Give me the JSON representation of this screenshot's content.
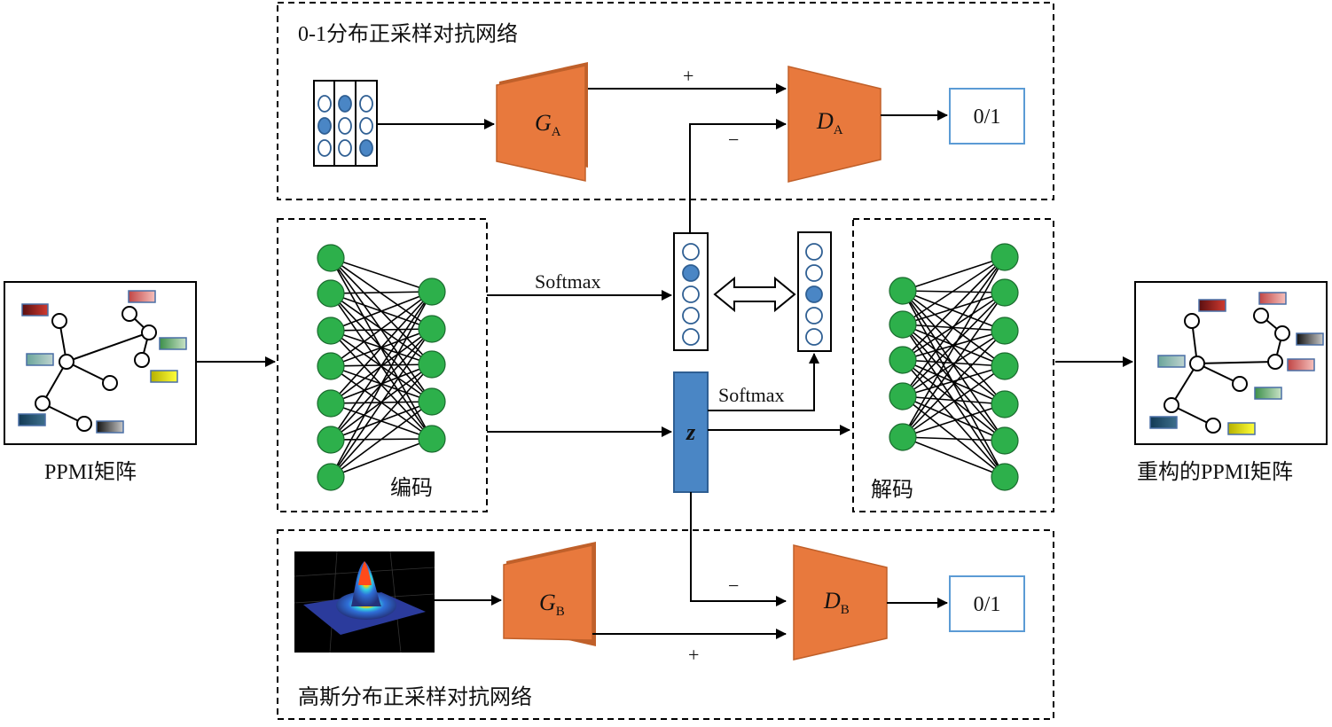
{
  "labels": {
    "top_group_title": "0-1分布正采样对抗网络",
    "bottom_group_title": "高斯分布正采样对抗网络",
    "input_label": "PPMI矩阵",
    "output_label": "重构的PPMI矩阵",
    "encoder_label": "编码",
    "decoder_label": "解码",
    "softmax_top": "Softmax",
    "softmax_mid": "Softmax",
    "latent_label": "z",
    "ga_main": "G",
    "ga_sub": "A",
    "da_main": "D",
    "da_sub": "A",
    "gb_main": "G",
    "gb_sub": "B",
    "db_main": "D",
    "db_sub": "B",
    "out_top": "0/1",
    "out_bottom": "0/1",
    "plus_top": "+",
    "minus_top": "−",
    "minus_bottom": "−",
    "plus_bottom": "+"
  },
  "colors": {
    "orange": "#E8793D",
    "blue_fill": "#4A86C5",
    "green_node": "#2DB04B",
    "output_border": "#5B9BD5"
  }
}
